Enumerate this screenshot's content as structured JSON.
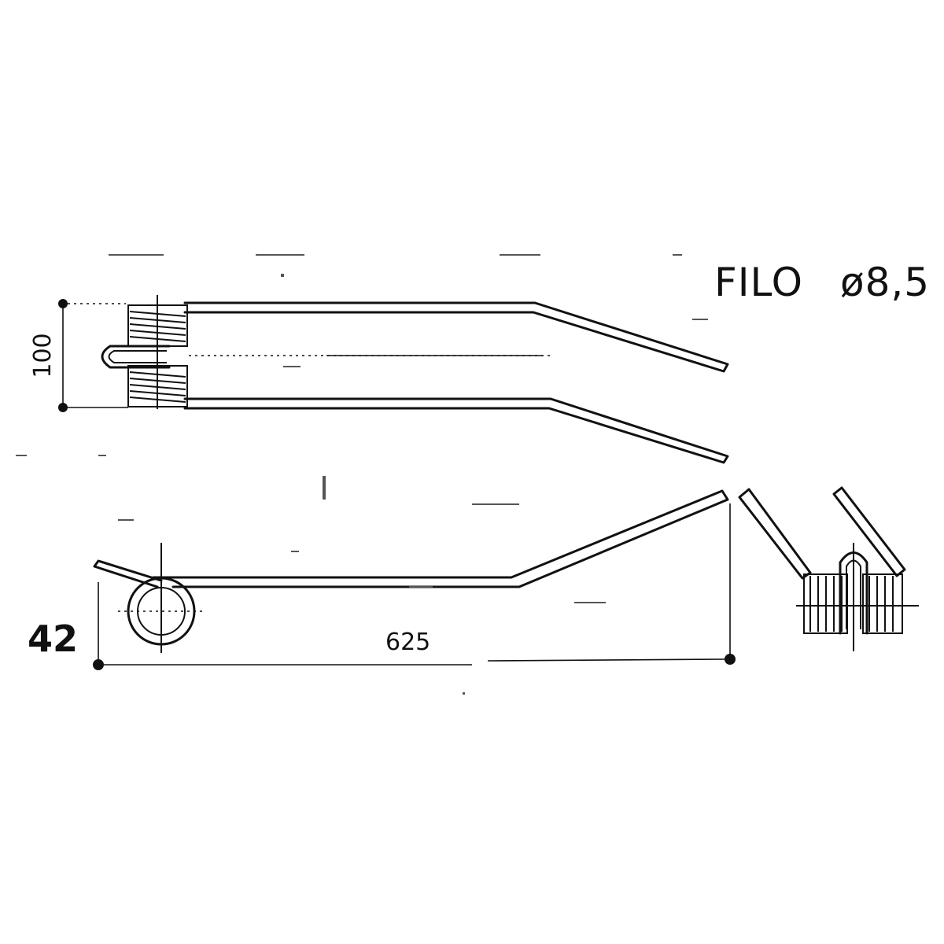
{
  "labels": {
    "wire": "FILO",
    "wire_diameter": "ø8,5",
    "spacing": "100",
    "length": "625",
    "height": "42"
  }
}
